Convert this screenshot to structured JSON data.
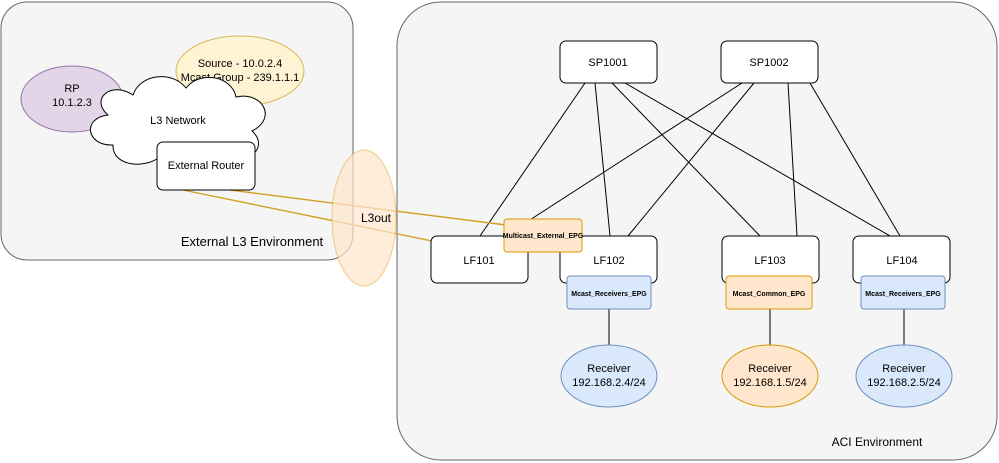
{
  "environments": {
    "external": "External L3 Environment",
    "aci": "ACI Environment"
  },
  "external_nodes": {
    "rp": {
      "line1": "RP",
      "line2": "10.1.2.3"
    },
    "source": {
      "line1": "Source - 10.0.2.4",
      "line2": "Mcast Group - 239.1.1.1"
    },
    "cloud": "L3 Network",
    "router": "External Router",
    "l3out": "L3out"
  },
  "spines": [
    "SP1001",
    "SP1002"
  ],
  "leaves": [
    "LF101",
    "LF102",
    "LF103",
    "LF104"
  ],
  "epgs": {
    "multicast_external": "Multicast_External_EPG",
    "receivers_lf102": "Mcast_Receivers_EPG",
    "common_lf103": "Mcast_Common_EPG",
    "receivers_lf104": "Mcast_Receivers_EPG"
  },
  "receivers": [
    {
      "title": "Receiver",
      "ip": "192.168.2.4/24"
    },
    {
      "title": "Receiver",
      "ip": "192.168.1.5/24"
    },
    {
      "title": "Receiver",
      "ip": "192.168.2.5/24"
    }
  ],
  "colors": {
    "env_fill": "#f5f5f5",
    "env_stroke": "#666666",
    "purple_fill": "#e1d5e7",
    "purple_stroke": "#9673a6",
    "yellow_fill": "#fff2cc",
    "yellow_stroke": "#d6b656",
    "orange_fill": "#ffe6cc",
    "orange_stroke": "#d79b00",
    "blue_fill": "#dae8fc",
    "blue_stroke": "#6c8ebf",
    "l3out_link": "#d1a023",
    "link": "#000000"
  }
}
